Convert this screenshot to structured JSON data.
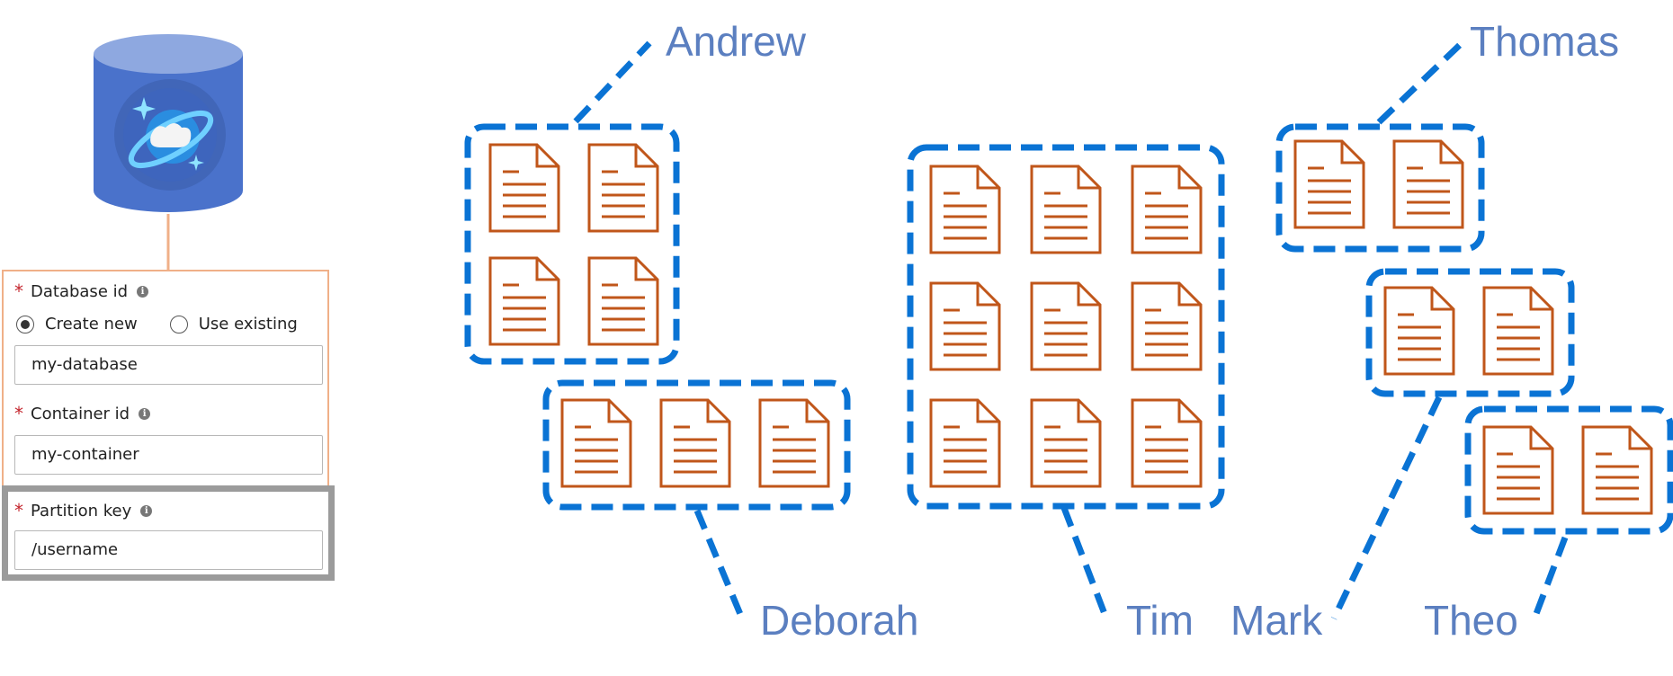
{
  "form": {
    "database_id_label": "Database id",
    "radio_create_new": "Create new",
    "radio_use_existing": "Use existing",
    "database_id_value": "my-database",
    "container_id_label": "Container id",
    "container_id_value": "my-container",
    "partition_key_label": "Partition key",
    "partition_key_value": "/username",
    "required_marker": "*",
    "info_marker": "i"
  },
  "partitions": [
    {
      "name": "Andrew",
      "documents": 4
    },
    {
      "name": "Deborah",
      "documents": 3
    },
    {
      "name": "Tim",
      "documents": 9
    },
    {
      "name": "Thomas",
      "documents": 2
    },
    {
      "name": "Mark",
      "documents": 2
    },
    {
      "name": "Theo",
      "documents": 2
    }
  ],
  "colors": {
    "partition_border": "#0a73d4",
    "label_text": "#5b7fc0",
    "document_stroke": "#c0561a",
    "cylinder_body": "#4a72cb",
    "cylinder_top": "#8ea8e0",
    "panel_border": "#f0b088",
    "highlight_border": "#9b9b9b"
  },
  "icons": {
    "database": "cosmos-db-cylinder-icon",
    "document": "document-icon",
    "info": "info-icon"
  }
}
